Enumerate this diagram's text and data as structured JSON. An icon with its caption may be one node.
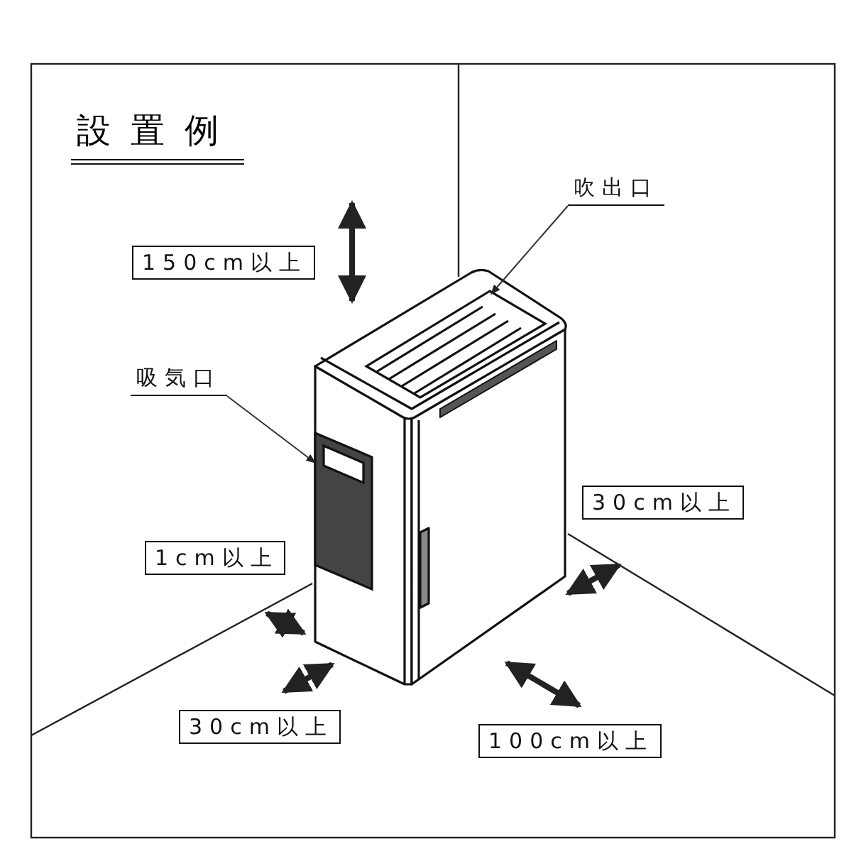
{
  "diagram": {
    "title": "設置例",
    "nodes": [
      {
        "text": [
          "吹出口"
        ]
      },
      {
        "text": [],
        "shape": "box"
      },
      {
        "text": [
          "150cm以上"
        ]
      },
      {
        "text": [
          "吸気口"
        ]
      },
      {
        "text": [],
        "shape": "box"
      },
      {
        "text": [
          "30cm以上"
        ]
      },
      {
        "text": [
          "1cm以上"
        ]
      },
      {
        "text": [
          "30cm以上"
        ]
      },
      {
        "text": [
          "100cm以上"
        ]
      }
    ],
    "edges": [
      {
        "from": 0,
        "to": 1,
        "arrow": "to"
      },
      {
        "from": 3,
        "to": 4,
        "arrow": "to"
      }
    ]
  }
}
